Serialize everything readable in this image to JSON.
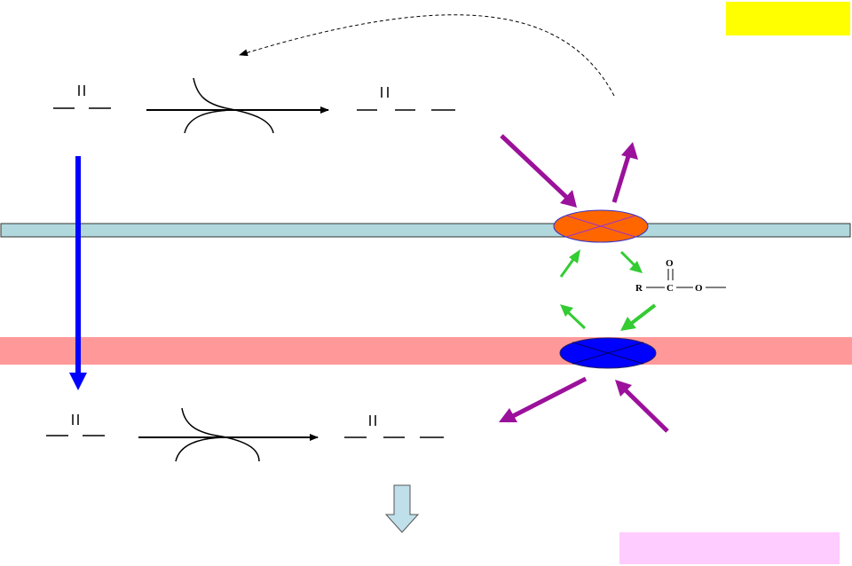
{
  "colors": {
    "upper_membrane": "#b0d8dd",
    "lower_membrane": "#ff9999",
    "upper_enzyme": "#ff6600",
    "lower_enzyme": "#0000ff",
    "purple_arrow": "#9b119b",
    "green_arrow": "#33cc33",
    "blue_arrow": "#0000ff",
    "down_arrow": "#bfe0ea",
    "yellow_box": "#ffff00",
    "pink_box": "#ffccff"
  },
  "ester": {
    "r": "R",
    "c": "C",
    "o_top": "O",
    "o_right": "O"
  },
  "yellow_box_text": "",
  "pink_box_text": ""
}
